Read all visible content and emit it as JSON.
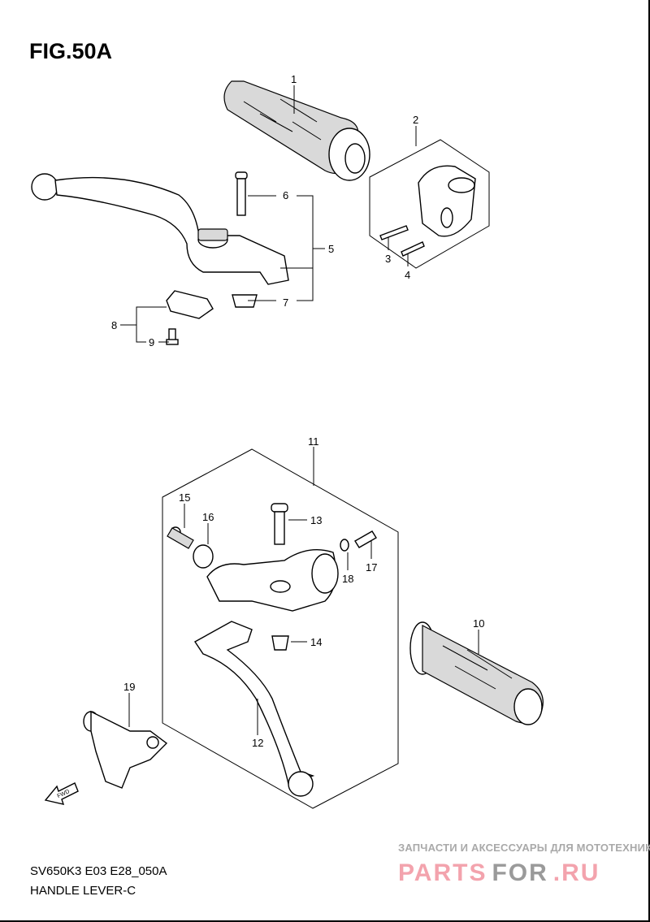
{
  "figure": {
    "title": "FIG.50A",
    "model_code": "SV650K3 E03 E28_050A",
    "section_name": "HANDLE LEVER-C"
  },
  "watermark": {
    "tagline": "ЗАПЧАСТИ И АКСЕССУАРЫ ДЛЯ МОТОТЕХНИКИ",
    "brand_part1": "PARTS",
    "brand_part2": "FOR",
    "brand_part3": ".RU"
  },
  "callouts": [
    "1",
    "2",
    "3",
    "4",
    "5",
    "6",
    "7",
    "8",
    "9",
    "10",
    "11",
    "12",
    "13",
    "14",
    "15",
    "16",
    "17",
    "18",
    "19"
  ],
  "fwd_label": "FWD"
}
